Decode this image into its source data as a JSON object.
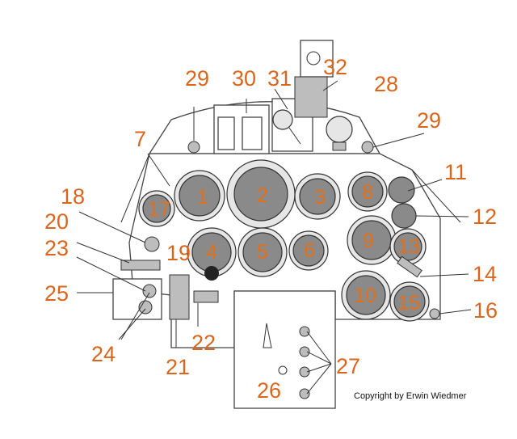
{
  "callouts": {
    "n1": "1",
    "n2": "2",
    "n3": "3",
    "n4": "4",
    "n5": "5",
    "n6": "6",
    "n7": "7",
    "n8": "8",
    "n9": "9",
    "n10": "10",
    "n11": "11",
    "n12": "12",
    "n13": "13",
    "n14": "14",
    "n15": "15",
    "n16": "16",
    "n17": "17",
    "n18": "18",
    "n19": "19",
    "n20": "20",
    "n21": "21",
    "n22": "22",
    "n23": "23",
    "n24": "24",
    "n25": "25",
    "n26": "26",
    "n27": "27",
    "n28": "28",
    "n29a": "29",
    "n29b": "29",
    "n30": "30",
    "n31": "31",
    "n32": "32"
  },
  "copyright": "Copyright by Erwin Wiedmer"
}
